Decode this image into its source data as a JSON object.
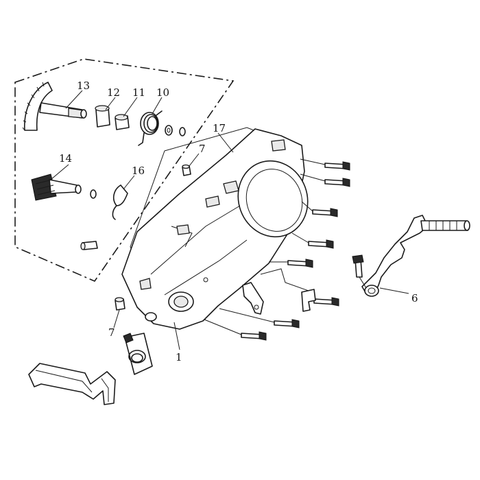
{
  "callouts": {
    "c13": "13",
    "c12": "12",
    "c11": "11",
    "c10": "10",
    "c14": "14",
    "c16": "16",
    "c17": "17",
    "c7a": "7",
    "c7b": "7",
    "c6": "6",
    "c1": "1"
  },
  "colors": {
    "line": "#1a1a1a",
    "background": "#ffffff"
  }
}
